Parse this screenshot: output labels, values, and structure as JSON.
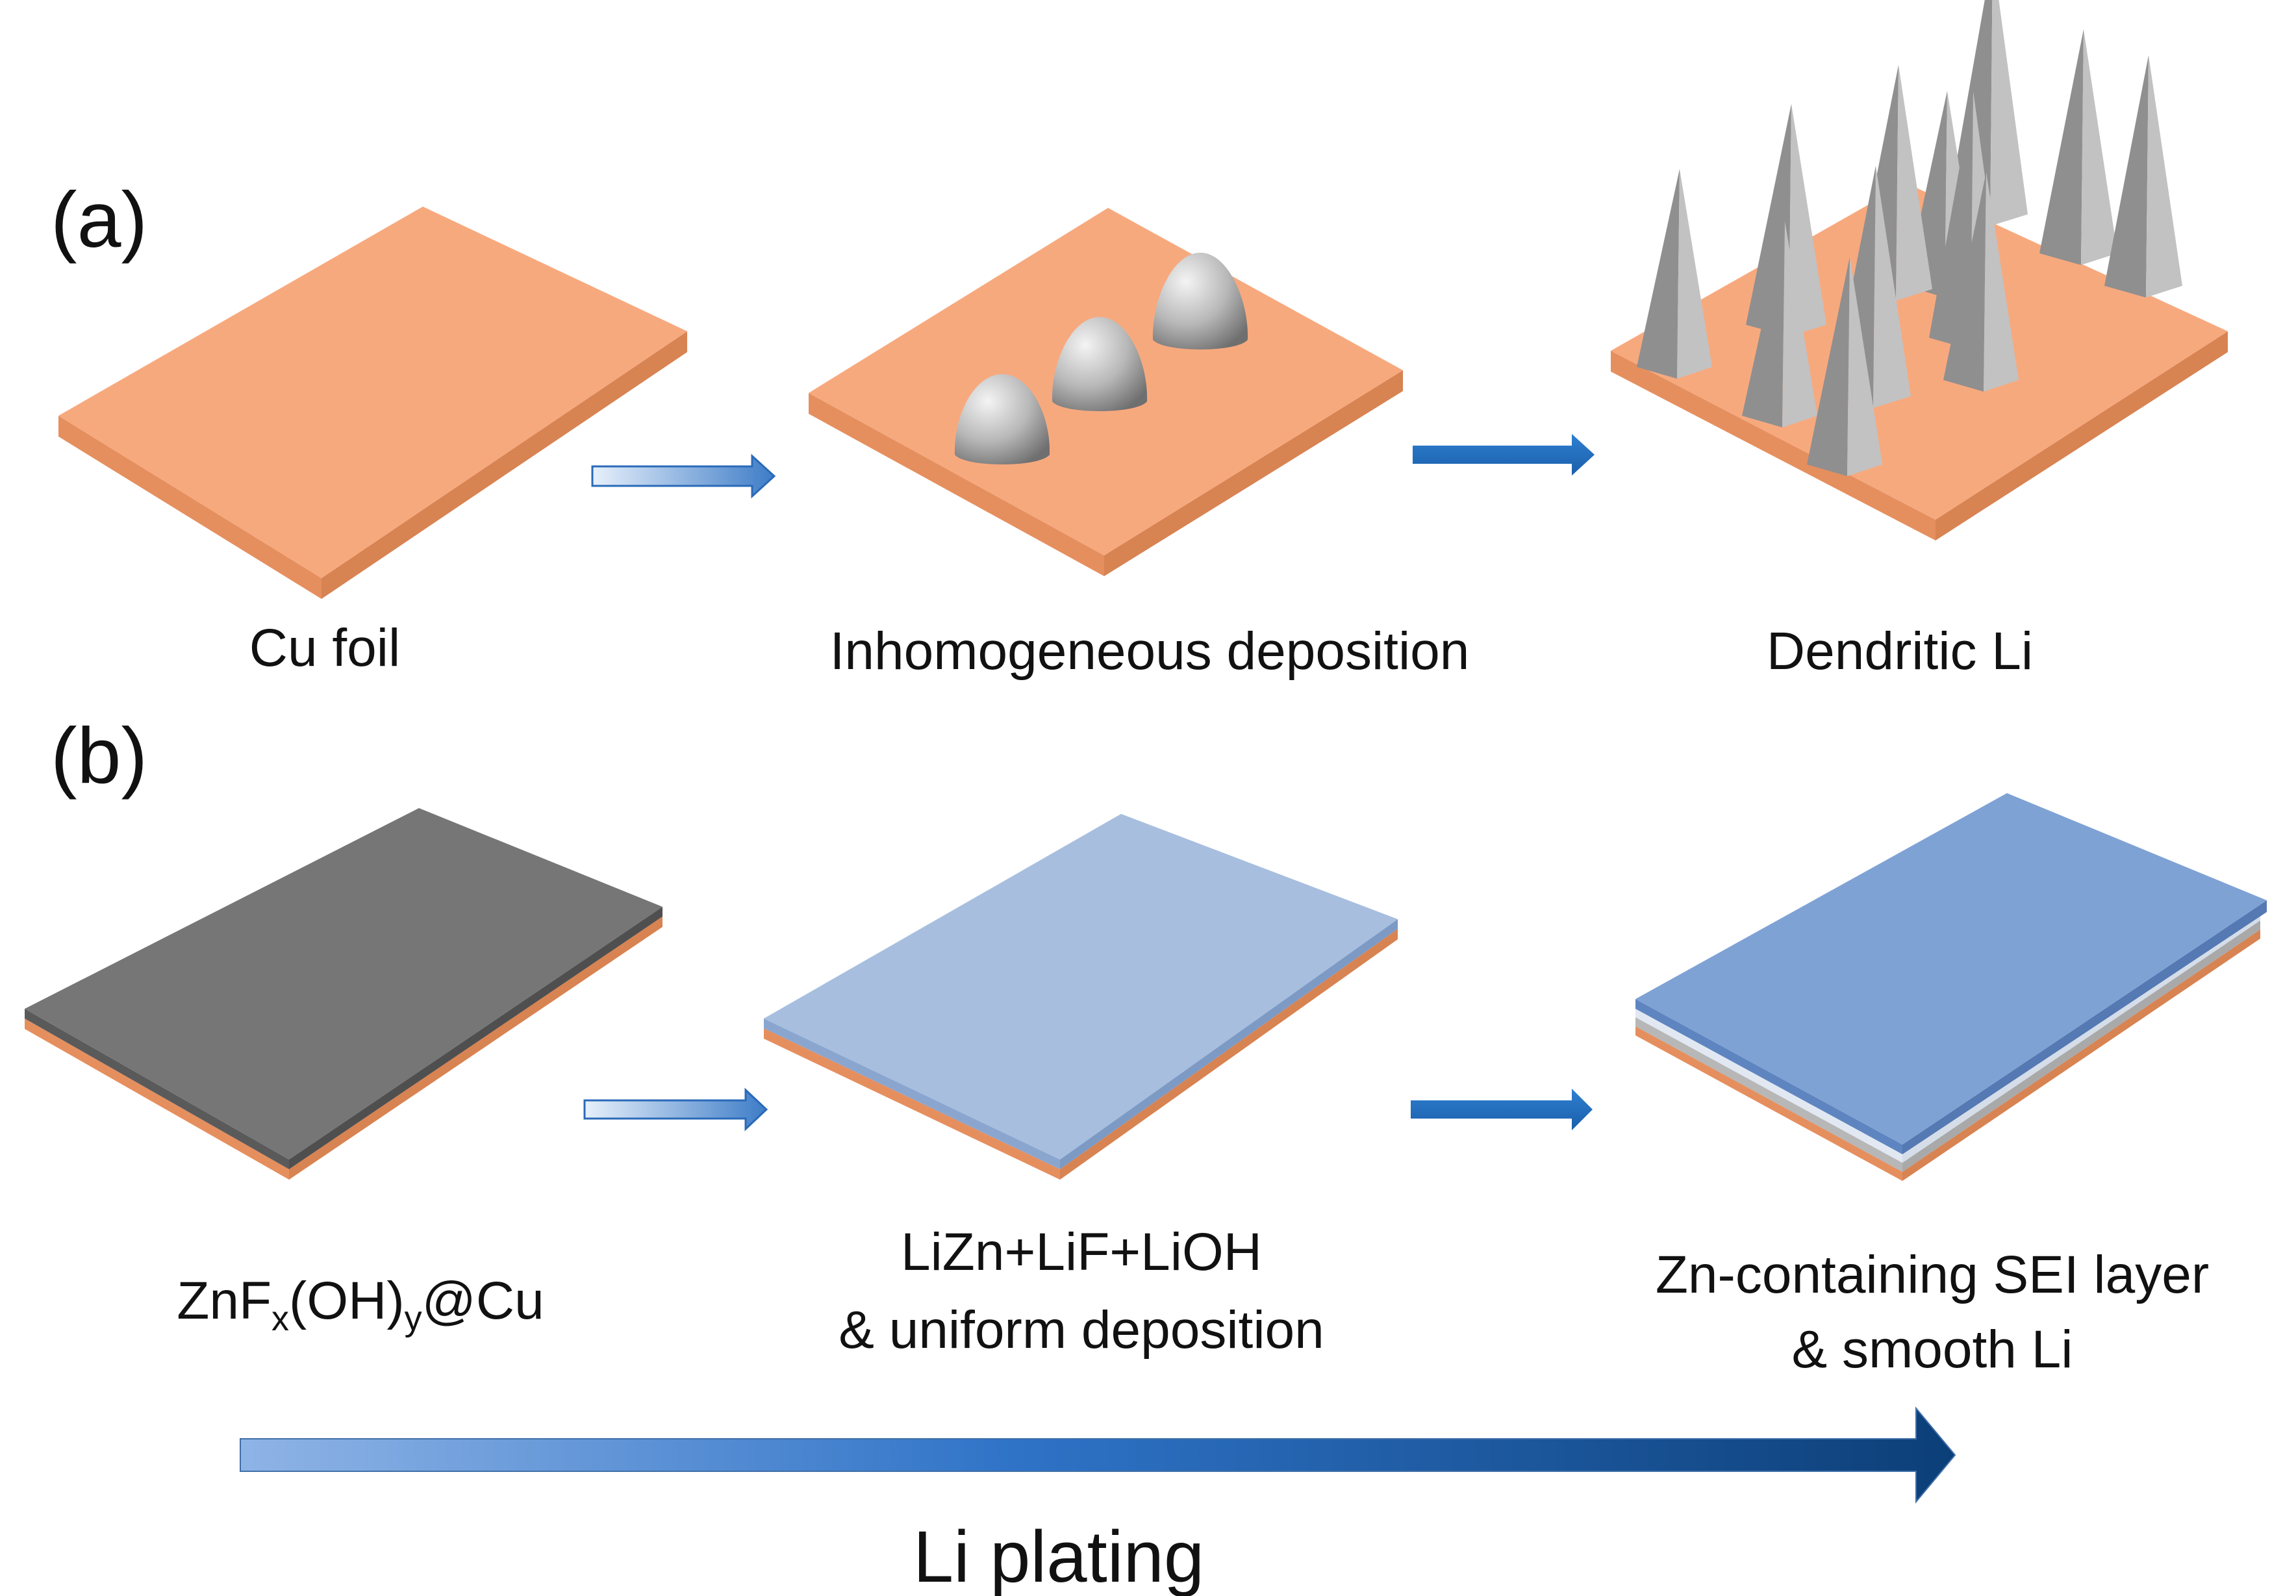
{
  "panels": {
    "a": {
      "label": "(a)",
      "captions": {
        "cu_foil": "Cu foil",
        "inhomogeneous": "Inhomogeneous deposition",
        "dendritic": "Dendritic Li"
      }
    },
    "b": {
      "label": "(b)",
      "captions": {
        "znf_main": "ZnF",
        "znf_sub_x": "x",
        "znf_mid": "(OH)",
        "znf_sub_y": "y",
        "znf_tail": "@Cu",
        "lizn_line1": "LiZn+LiF+LiOH",
        "lizn_line2": "& uniform deposition",
        "sei_line1": "Zn-containing SEI layer",
        "sei_line2": "& smooth Li"
      }
    }
  },
  "process_arrow": {
    "label": "Li plating"
  },
  "colors": {
    "copper_top": "#F7A97E",
    "copper_side": "#E58F5F",
    "coating_dark": "#767676",
    "coating_light_blue": "#A7BEDF",
    "coating_blue": "#7FA2D5",
    "lithium_grey": "#A8A8A8",
    "arrow_blue": "#1F6DBE",
    "arrow_dark": "#0E4682"
  }
}
